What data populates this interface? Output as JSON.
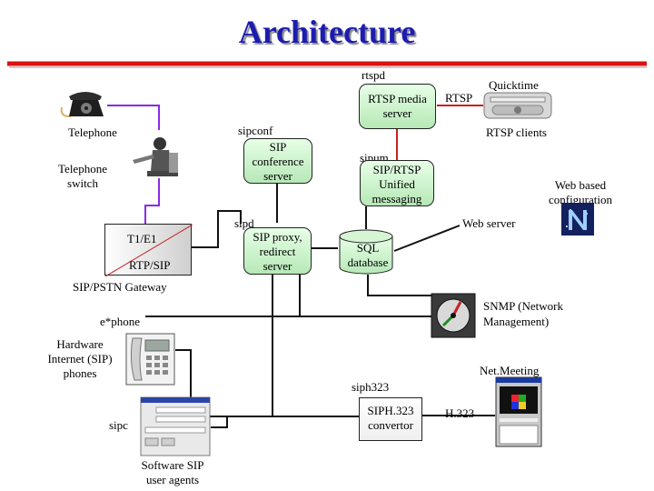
{
  "title": "Architecture",
  "servers": {
    "rtspd": {
      "name": "rtspd",
      "desc": "RTSP media server"
    },
    "sipconf": {
      "name": "sipconf",
      "desc": "SIP conference server"
    },
    "sipum": {
      "name": "sipum",
      "desc": "SIP/RTSP Unified messaging"
    },
    "sipd": {
      "name": "sipd",
      "desc": "SIP proxy, redirect server"
    },
    "siph323": {
      "name": "siph323",
      "desc": "SIPH.323 convertor"
    }
  },
  "database": {
    "label": "SQL database"
  },
  "gateway": {
    "label": "SIP/PSTN Gateway",
    "line1": "T1/E1",
    "line2": "RTP/SIP"
  },
  "labels": {
    "telephone": "Telephone",
    "telephone_switch": "Telephone switch",
    "quicktime": "Quicktime",
    "rtsp": "RTSP",
    "rtsp_clients": "RTSP clients",
    "web_config": "Web based configuration",
    "web_server": "Web server",
    "snmp": "SNMP (Network Management)",
    "ephone": "e*phone",
    "hardware_phones": "Hardware Internet (SIP) phones",
    "netmeeting": "Net.Meeting",
    "h323": "H.323",
    "sipc": "sipc",
    "software_agents": "Software SIP user agents"
  },
  "colors": {
    "title": "#1c1cb0",
    "underline": "#dd1111",
    "telephone_link": "#8a2be2",
    "rtsp_link": "#cc1f1f",
    "server_box": "#b7e8b7"
  }
}
